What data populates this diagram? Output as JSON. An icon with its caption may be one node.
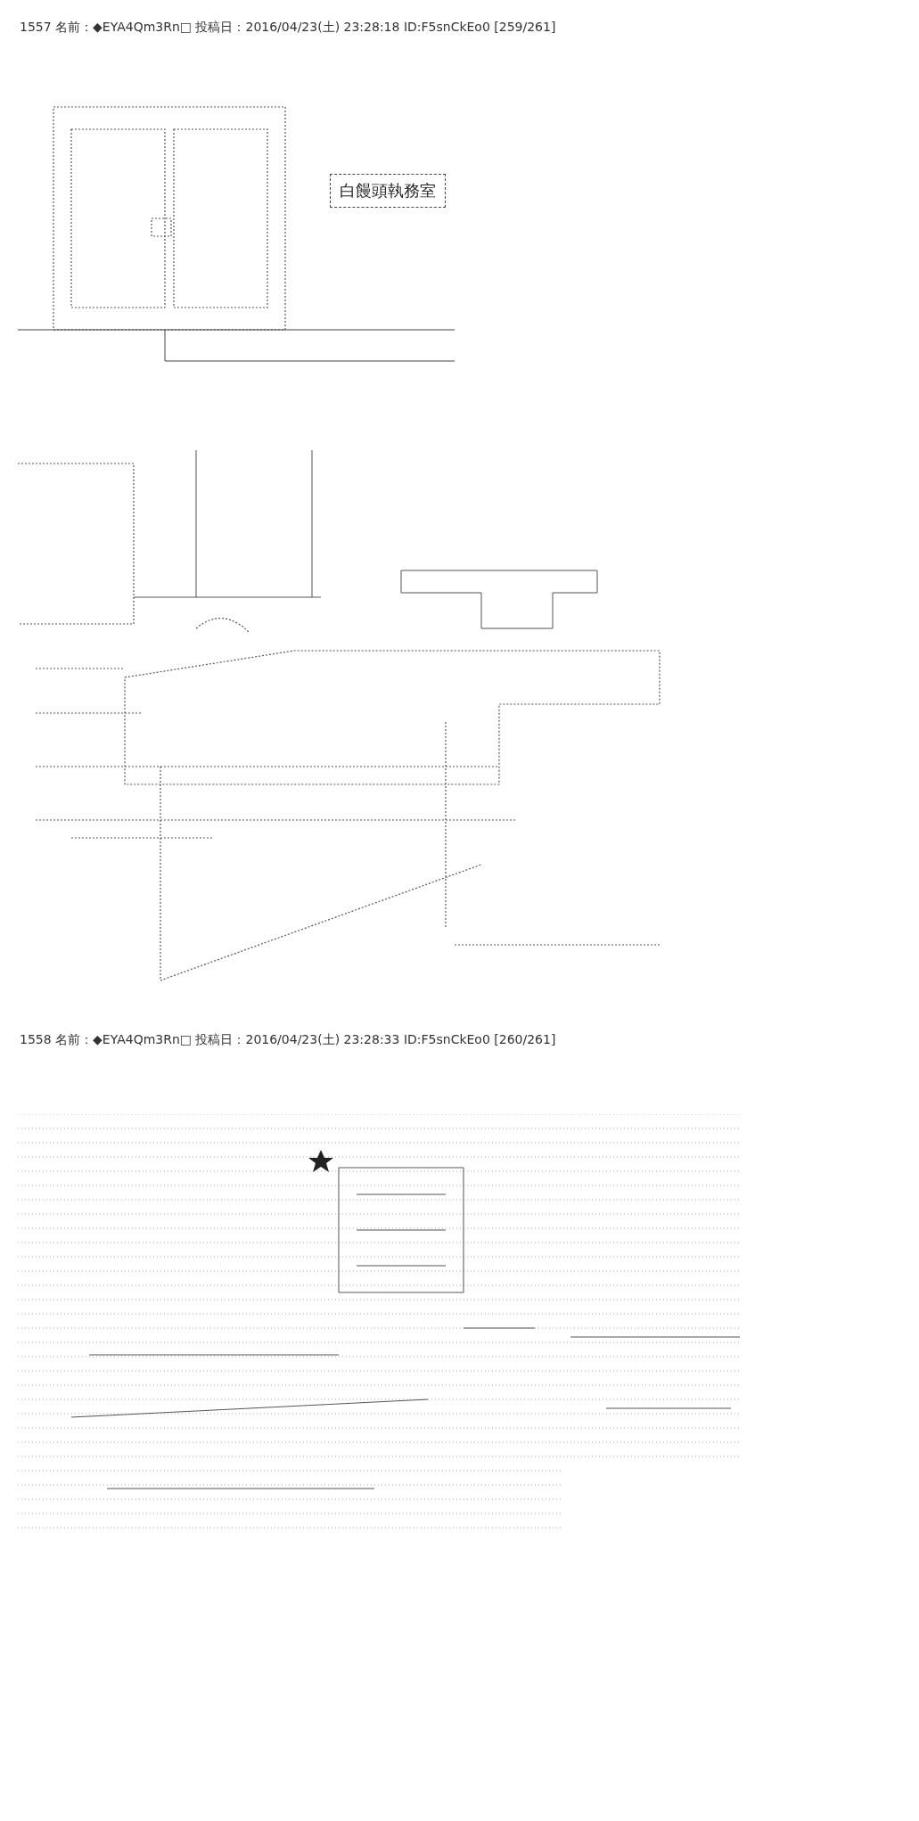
{
  "diagram": {
    "nodes": [
      {
        "text": [
          "白饅頭執務室"
        ]
      }
    ],
    "labels": [
      "1557 名前：◆EYA4Qm3Rn□ 投稿日：2016/04/23(土) 23:28:18 ID:F5snCkEo0 [259/261]",
      "1558 名前：◆EYA4Qm3Rn□ 投稿日：2016/04/23(土) 23:28:33 ID:F5snCkEo0 [260/261]"
    ]
  }
}
